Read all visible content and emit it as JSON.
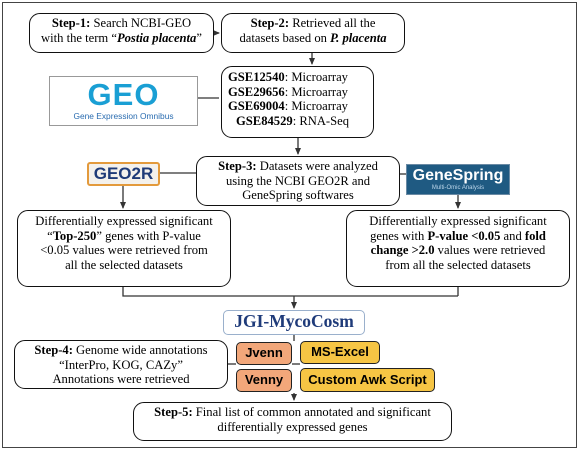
{
  "step1": {
    "prefix": "Step-1:",
    "line1_rest": " Search NCBI-GEO",
    "line2_pre": "with the term “",
    "term": "Postia placenta",
    "line2_post": "”"
  },
  "step2": {
    "prefix": "Step-2:",
    "line1_rest": " Retrieved all the",
    "line2_pre": "datasets based on ",
    "organism": "P. placenta"
  },
  "geo_logo": {
    "word": "GEO",
    "subtitle": "Gene Expression Omnibus",
    "color": "#1a9fd4"
  },
  "datasets": [
    {
      "id": "GSE12540",
      "type": ": Microarray"
    },
    {
      "id": "GSE29656",
      "type": ": Microarray"
    },
    {
      "id": "GSE69004",
      "type": ": Microarray"
    },
    {
      "id": "GSE84529",
      "type": ": RNA-Seq"
    }
  ],
  "step3": {
    "prefix": "Step-3:",
    "line1_rest": " Datasets were analyzed",
    "line2": "using the NCBI GEO2R and",
    "line3": "GeneSpring softwares"
  },
  "geo2r_logo": {
    "label": "GEO2R",
    "border_color": "#e39a3c",
    "text_color": "#1f3b78"
  },
  "genespring_logo": {
    "label": "GeneSpring",
    "subtitle": "Multi-Omic Analysis",
    "bg_color": "#1f5a82"
  },
  "left_result": {
    "line1": "Differentially expressed significant",
    "l2_q1": "“",
    "l2_bold": "Top-250",
    "l2_rest": "” genes with P-value",
    "line3": "<0.05 values were retrieved from",
    "line4": "all the selected datasets"
  },
  "right_result": {
    "line1": "Differentially expressed significant",
    "l2_pre": "genes with ",
    "l2_bold1": "P-value <0.05",
    "l2_mid": " and ",
    "l2_bold2": "fold",
    "l3_bold": "change >2.0",
    "l3_rest": " values were retrieved",
    "line4": "from all the selected datasets"
  },
  "jgi": {
    "label": "JGI-MycoCosm",
    "text_color": "#1f3b7a"
  },
  "step4": {
    "prefix": "Step-4:",
    "line1_rest": " Genome wide annotations",
    "line2": "“InterPro, KOG, CAZy”",
    "line3": "Annotations were retrieved"
  },
  "tools": {
    "jvenn": "Jvenn",
    "venny": "Venny",
    "msexcel": "MS-Excel",
    "awk": "Custom Awk Script",
    "orange_color": "#f2a77a",
    "yellow_color": "#f6c544"
  },
  "step5": {
    "prefix": "Step-5:",
    "line1_rest": " Final list of common annotated and significant",
    "line2": "differentially expressed genes"
  }
}
